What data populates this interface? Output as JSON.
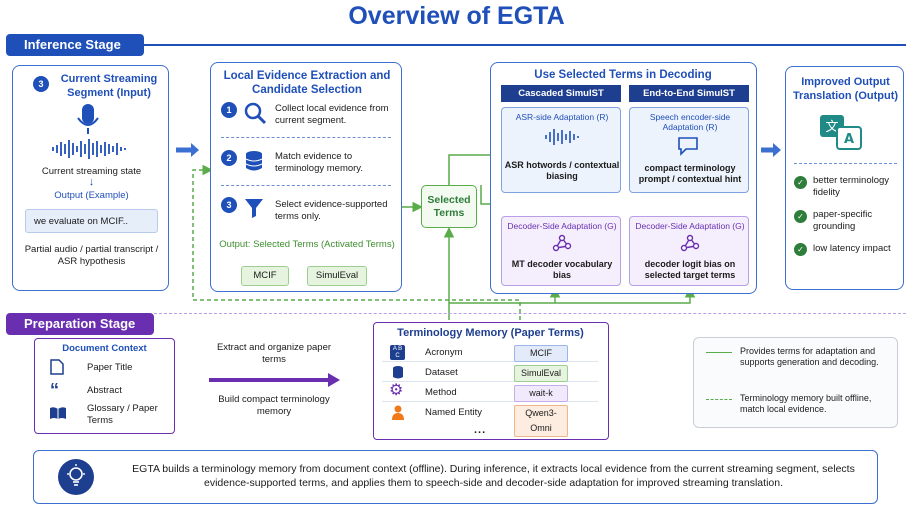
{
  "title": "Overview of EGTA",
  "inference_stage": "Inference Stage",
  "preparation_stage": "Preparation Stage",
  "streaming": {
    "number": "3",
    "title": "Current Streaming Segment (Input)",
    "state_label": "Current streaming state",
    "output_label": "Output (Example)",
    "example": "we evaluate on MCIF..",
    "caption": "Partial audio / partial transcript / ASR hypothesis"
  },
  "local_evidence": {
    "title": "Local Evidence Extraction and Candidate Selection",
    "steps": [
      {
        "num": "1",
        "text": "Collect local evidence from current segment."
      },
      {
        "num": "2",
        "text": "Match evidence to terminology memory."
      },
      {
        "num": "3",
        "text": "Select evidence-supported terms only."
      }
    ],
    "output_label": "Output: Selected Terms (Activated Terms)",
    "terms": [
      "MCIF",
      "SimulEval"
    ]
  },
  "selected_terms": "Selected Terms",
  "decoding": {
    "title": "Use Selected Terms in Decoding",
    "cascaded": {
      "header": "Cascaded SimulST",
      "top_title": "ASR-side Adaptation (R)",
      "top_text": "ASR hotwords / contextual biasing",
      "bottom_title": "Decoder-Side Adaptation (G)",
      "bottom_text": "MT decoder vocabulary bias"
    },
    "e2e": {
      "header": "End-to-End SimulST",
      "top_title": "Speech encoder-side Adaptation (R)",
      "top_text": "compact terminology prompt / contextual hint",
      "bottom_title": "Decoder-Side Adaptation (G)",
      "bottom_text": "decoder logit bias on selected target terms"
    }
  },
  "improved": {
    "title": "Improved Output Translation (Output)",
    "items": [
      "better terminology fidelity",
      "paper-specific grounding",
      "low latency impact"
    ]
  },
  "document_context": {
    "title": "Document Context",
    "items": [
      "Paper Title",
      "Abstract",
      "Glossary / Paper Terms"
    ]
  },
  "prep_arrow": {
    "top": "Extract and organize paper terms",
    "bottom": "Build compact terminology memory"
  },
  "terminology_memory": {
    "title": "Terminology Memory (Paper Terms)",
    "rows": [
      {
        "label": "Acronym",
        "value": "MCIF"
      },
      {
        "label": "Dataset",
        "value": "SimulEval"
      },
      {
        "label": "Method",
        "value": "wait-k"
      },
      {
        "label": "Named Entity",
        "value": "Qwen3-Omni"
      }
    ],
    "ellipsis": "..."
  },
  "legend": {
    "solid": "Provides terms for adaptation and supports generation and decoding.",
    "dashed": "Terminology memory built offline, match local evidence."
  },
  "summary": "EGTA builds a terminology memory from document context (offline). During inference, it extracts local evidence from the current streaming segment, selects evidence-supported terms, and applies them to speech-side and decoder-side adaptation for improved streaming translation.",
  "colors": {
    "blue": "#1f4fb8",
    "navy": "#1e3f8f",
    "purple": "#6a2fb0",
    "green": "#5aac4a",
    "teal": "#1f8a86"
  }
}
